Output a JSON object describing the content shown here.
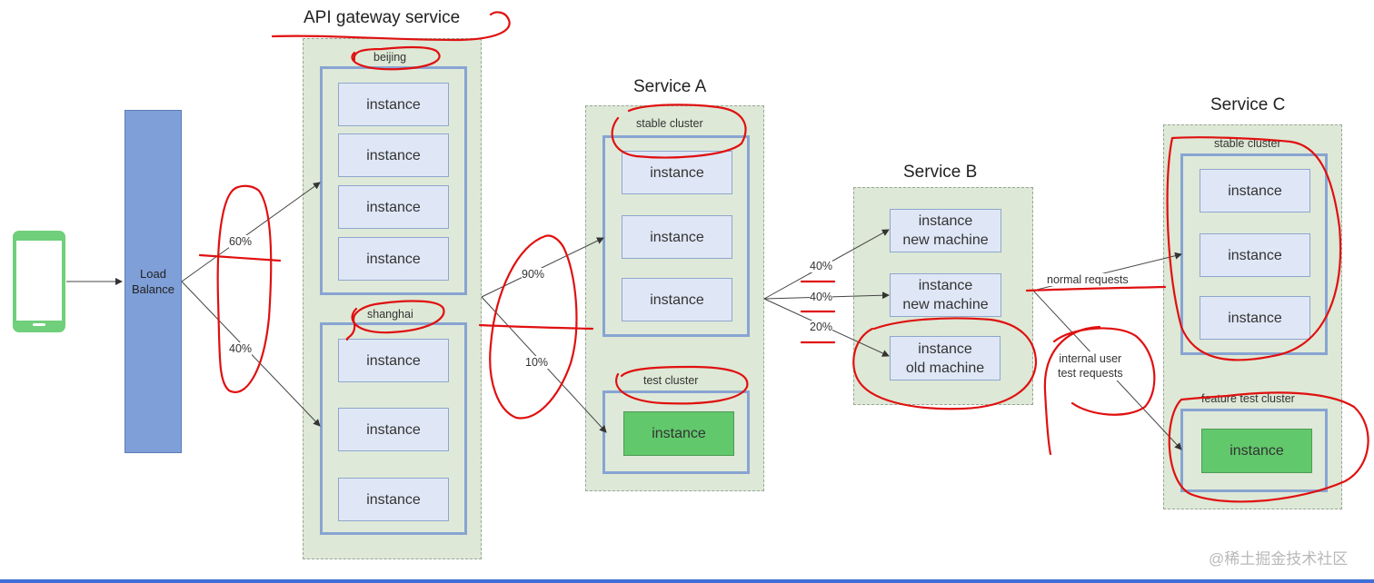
{
  "load_balancer": {
    "label": "Load\nBalance"
  },
  "gateway": {
    "title": "API gateway service",
    "beijing": {
      "label": "beijing",
      "instances": [
        "instance",
        "instance",
        "instance",
        "instance"
      ]
    },
    "shanghai": {
      "label": "shanghai",
      "instances": [
        "instance",
        "instance",
        "instance"
      ]
    },
    "split": {
      "beijing": "60%",
      "shanghai": "40%"
    }
  },
  "service_a": {
    "title": "Service A",
    "stable": {
      "label": "stable cluster",
      "instances": [
        "instance",
        "instance",
        "instance"
      ]
    },
    "test": {
      "label": "test cluster",
      "instances": [
        "instance"
      ]
    },
    "split": {
      "stable": "90%",
      "test": "10%"
    }
  },
  "service_b": {
    "title": "Service B",
    "instances": [
      "instance\nnew machine",
      "instance\nnew machine",
      "instance\nold machine"
    ],
    "split": [
      "40%",
      "40%",
      "20%"
    ]
  },
  "service_c": {
    "title": "Service C",
    "stable": {
      "label": "stable cluster",
      "instances": [
        "instance",
        "instance",
        "instance"
      ]
    },
    "feature": {
      "label": "feature test cluster",
      "instances": [
        "instance"
      ]
    },
    "routes": {
      "normal": "normal requests",
      "internal": "internal user\ntest requests"
    }
  },
  "watermark": "@稀土掘金技术社区",
  "colors": {
    "service_bg": "#dde8d6",
    "cluster_border": "#88a4d2",
    "instance_bg": "#dfe7f6",
    "test_instance": "#62c86c",
    "load_balancer": "#7f9fd8",
    "phone": "#6fcf7a",
    "annotation": "#e01010"
  }
}
